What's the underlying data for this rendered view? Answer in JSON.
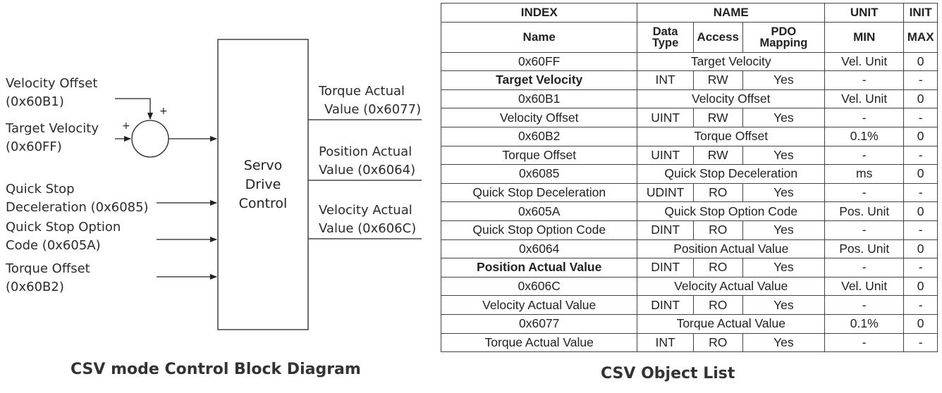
{
  "diagram": {
    "inputs": {
      "velocity_offset": [
        "Velocity Offset",
        "(0x60B1)"
      ],
      "target_velocity": [
        "Target Velocity",
        "(0x60FF)"
      ],
      "quick_stop_decel": [
        "Quick Stop",
        "Deceleration (0x6085)"
      ],
      "quick_stop_option": [
        "Quick Stop Option",
        "Code (0x605A)"
      ],
      "torque_offset": [
        "Torque Offset",
        "(0x60B2)"
      ]
    },
    "plus_sign": "+",
    "block": [
      "Servo",
      "Drive",
      "Control"
    ],
    "outputs": {
      "torque_actual": [
        "Torque Actual",
        "Value (0x6077)"
      ],
      "position_actual": [
        "Position Actual",
        "Value (0x6064)"
      ],
      "velocity_actual": [
        "Velocity Actual",
        "Value (0x606C)"
      ]
    },
    "caption": "CSV mode Control Block Diagram"
  },
  "table": {
    "caption": "CSV Object List",
    "header1": {
      "index": "INDEX",
      "name": "NAME",
      "unit": "UNIT",
      "init": "INIT"
    },
    "header2": {
      "name": "Name",
      "data_type": [
        "Data",
        "Type"
      ],
      "access": "Access",
      "pdo_mapping": [
        "PDO",
        "Mapping"
      ],
      "min": "MIN",
      "max": "MAX"
    },
    "objects": [
      {
        "index": "0x60FF",
        "title": "Target Velocity",
        "unit": "Vel. Unit",
        "init": "0",
        "name": "Target Velocity",
        "name_bold": true,
        "type": "INT",
        "access": "RW",
        "pdo": "Yes",
        "min": "-",
        "max": "-"
      },
      {
        "index": "0x60B1",
        "title": "Velocity Offset",
        "unit": "Vel. Unit",
        "init": "0",
        "name": "Velocity Offset",
        "name_bold": false,
        "type": "UINT",
        "access": "RW",
        "pdo": "Yes",
        "min": "-",
        "max": "-"
      },
      {
        "index": "0x60B2",
        "title": "Torque Offset",
        "unit": "0.1%",
        "init": "0",
        "name": "Torque Offset",
        "name_bold": false,
        "type": "UINT",
        "access": "RW",
        "pdo": "Yes",
        "min": "-",
        "max": "-"
      },
      {
        "index": "0x6085",
        "title": "Quick Stop Deceleration",
        "unit": "ms",
        "init": "0",
        "name": "Quick Stop Deceleration",
        "name_bold": false,
        "type": "UDINT",
        "access": "RO",
        "pdo": "Yes",
        "min": "-",
        "max": "-"
      },
      {
        "index": "0x605A",
        "title": "Quick Stop Option Code",
        "unit": "Pos. Unit",
        "init": "0",
        "name": "Quick Stop Option Code",
        "name_bold": false,
        "type": "DINT",
        "access": "RO",
        "pdo": "Yes",
        "min": "-",
        "max": "-"
      },
      {
        "index": "0x6064",
        "title": "Position Actual Value",
        "unit": "Pos. Unit",
        "init": "0",
        "name": "Position Actual Value",
        "name_bold": true,
        "type": "DINT",
        "access": "RO",
        "pdo": "Yes",
        "min": "-",
        "max": "-"
      },
      {
        "index": "0x606C",
        "title": "Velocity Actual Value",
        "unit": "Vel. Unit",
        "init": "0",
        "name": "Velocity Actual Value",
        "name_bold": false,
        "type": "DINT",
        "access": "RO",
        "pdo": "Yes",
        "min": "-",
        "max": "-"
      },
      {
        "index": "0x6077",
        "title": "Torque Actual Value",
        "unit": "0.1%",
        "init": "0",
        "name": "Torque Actual Value",
        "name_bold": false,
        "type": "INT",
        "access": "RO",
        "pdo": "Yes",
        "min": "-",
        "max": "-"
      }
    ]
  }
}
